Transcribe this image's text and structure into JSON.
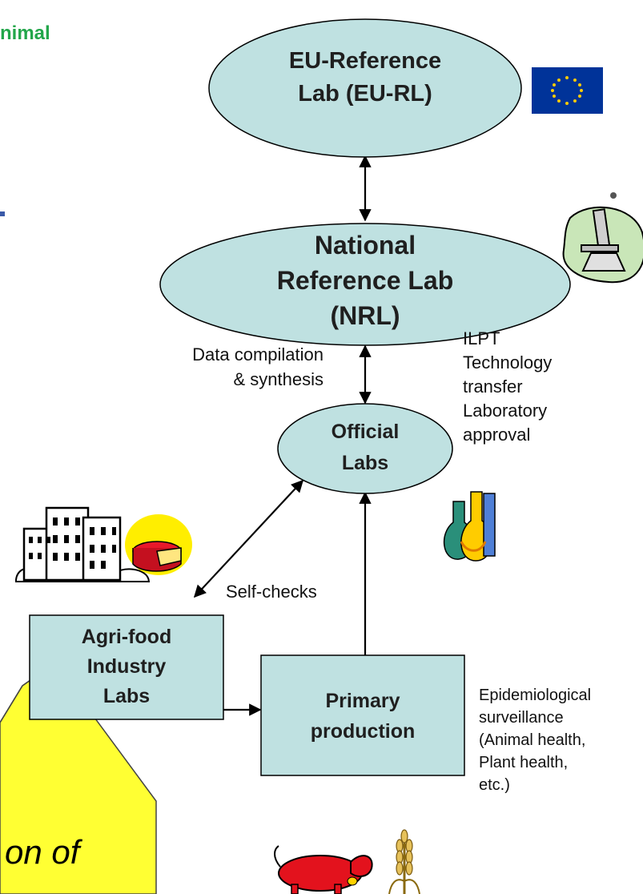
{
  "header": {
    "partial_title": "nimal"
  },
  "nodes": {
    "eurl": {
      "line1": "EU-Reference",
      "line2": "Lab (EU-RL)"
    },
    "nrl": {
      "line1": "National",
      "line2": "Reference Lab",
      "line3": "(NRL)"
    },
    "official": {
      "line1": "Official",
      "line2": "Labs"
    },
    "agrifood": {
      "line1": "Agri-food",
      "line2": "Industry",
      "line3": "Labs"
    },
    "primary": {
      "line1": "Primary",
      "line2": "production"
    }
  },
  "labels": {
    "data_compilation": {
      "line1": "Data compilation",
      "line2": "& synthesis"
    },
    "nrl_functions": [
      "ILPT",
      "Technology",
      "transfer",
      "Laboratory",
      "approval"
    ],
    "self_checks": "Self-checks",
    "epidemiological": [
      "Epidemiological",
      "surveillance",
      "(Animal health,",
      "Plant health,",
      "etc.)"
    ]
  },
  "callout": {
    "partial_text": "on of"
  },
  "icons": [
    "eu-flag-icon",
    "microscope-icon",
    "buildings-icon",
    "cheese-icon",
    "lab-flasks-icon",
    "cow-icon",
    "wheat-icon"
  ],
  "colors": {
    "node_fill": "#bfe1e1",
    "callout_fill": "#ffff33",
    "header_green": "#22a64a",
    "eu_blue": "#003399",
    "eu_stars": "#ffcc00"
  }
}
